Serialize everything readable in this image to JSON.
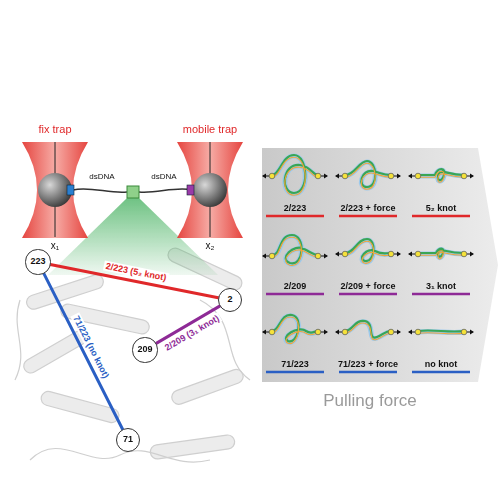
{
  "diagram": {
    "nodes": [
      {
        "text": [
          "223"
        ]
      },
      {
        "text": [
          "2"
        ]
      },
      {
        "text": [
          "209"
        ]
      },
      {
        "text": [
          "71"
        ]
      }
    ],
    "edges": [
      {
        "from": 0,
        "to": 1,
        "label": "2/223 (5₂ knot)",
        "arrow": "none"
      },
      {
        "from": 2,
        "to": 1,
        "label": "2/209 (3₁ knot)",
        "arrow": "none"
      },
      {
        "from": 3,
        "to": 0,
        "label": "71/223 (no knot)",
        "arrow": "none"
      }
    ],
    "labels": [
      "fix trap",
      "mobile trap",
      "x₁",
      "x₂",
      "dsDNA",
      "dsDNA",
      "2/223",
      "2/223 + force",
      "5₂ knot",
      "2/209",
      "2/209 + force",
      "3₁ knot",
      "71/223",
      "71/223 + force",
      "no knot",
      "Pulling force"
    ]
  }
}
